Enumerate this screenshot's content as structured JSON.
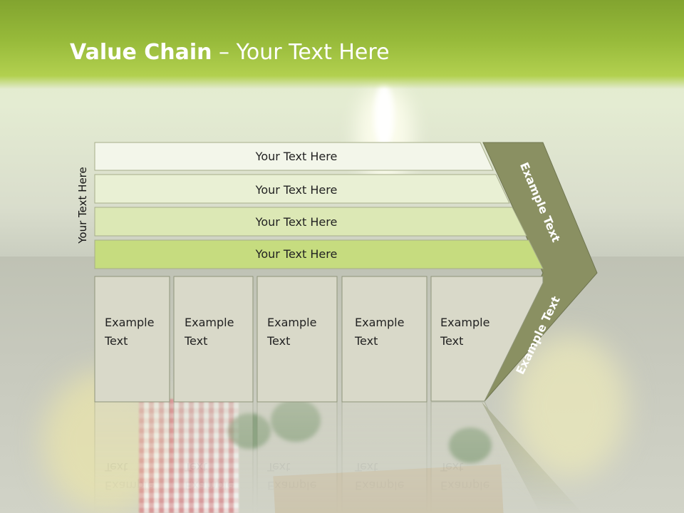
{
  "header": {
    "title_bold": "Value Chain",
    "title_rest": " – Your Text Here"
  },
  "side_label": "Your Text Here",
  "bars": [
    {
      "label": "Your Text Here",
      "fill": "#f3f6ea"
    },
    {
      "label": "Your Text Here",
      "fill": "#e9f0d4"
    },
    {
      "label": "Your Text Here",
      "fill": "#dce8b5"
    },
    {
      "label": "Your Text Here",
      "fill": "#c6dc7f"
    }
  ],
  "columns": [
    {
      "line1": "Example",
      "line2": "Text"
    },
    {
      "line1": "Example",
      "line2": "Text"
    },
    {
      "line1": "Example",
      "line2": "Text"
    },
    {
      "line1": "Example",
      "line2": "Text"
    },
    {
      "line1": "Example",
      "line2": "Text"
    }
  ],
  "chevron": {
    "upper_text": "Example Text",
    "lower_text": "Example Text",
    "fill": "#8a9062"
  },
  "colors": {
    "header_green": "#97ba3a",
    "box_fill": "#d9d9c9",
    "box_stroke": "#8f957a"
  }
}
